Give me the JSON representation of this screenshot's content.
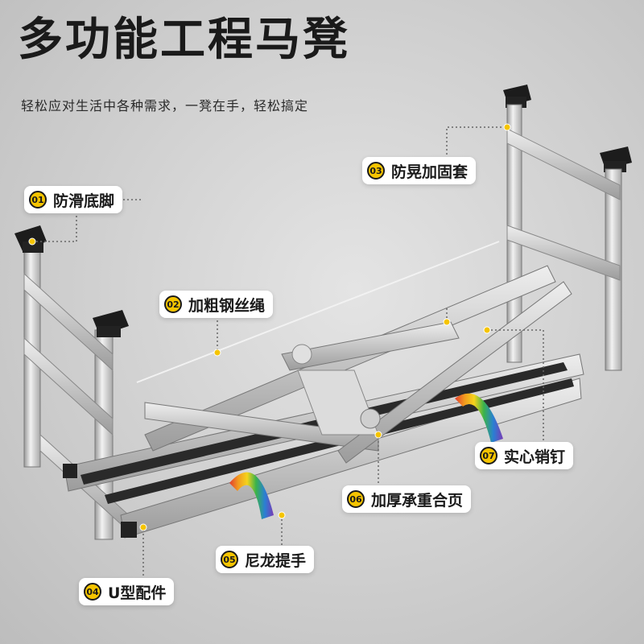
{
  "header": {
    "title": "多功能工程马凳",
    "subtitle": "轻松应对生活中各种需求，一凳在手，轻松搞定"
  },
  "callouts": [
    {
      "num": "01",
      "label": "防滑底脚"
    },
    {
      "num": "02",
      "label": "加粗钢丝绳"
    },
    {
      "num": "03",
      "label": "防晃加固套"
    },
    {
      "num": "04",
      "label": "U型配件"
    },
    {
      "num": "05",
      "label": "尼龙提手"
    },
    {
      "num": "06",
      "label": "加厚承重合页"
    },
    {
      "num": "07",
      "label": "实心销钉"
    }
  ],
  "colors": {
    "accent": "#f5c400",
    "text": "#1a1a1a",
    "background": "#cfcfcf"
  }
}
